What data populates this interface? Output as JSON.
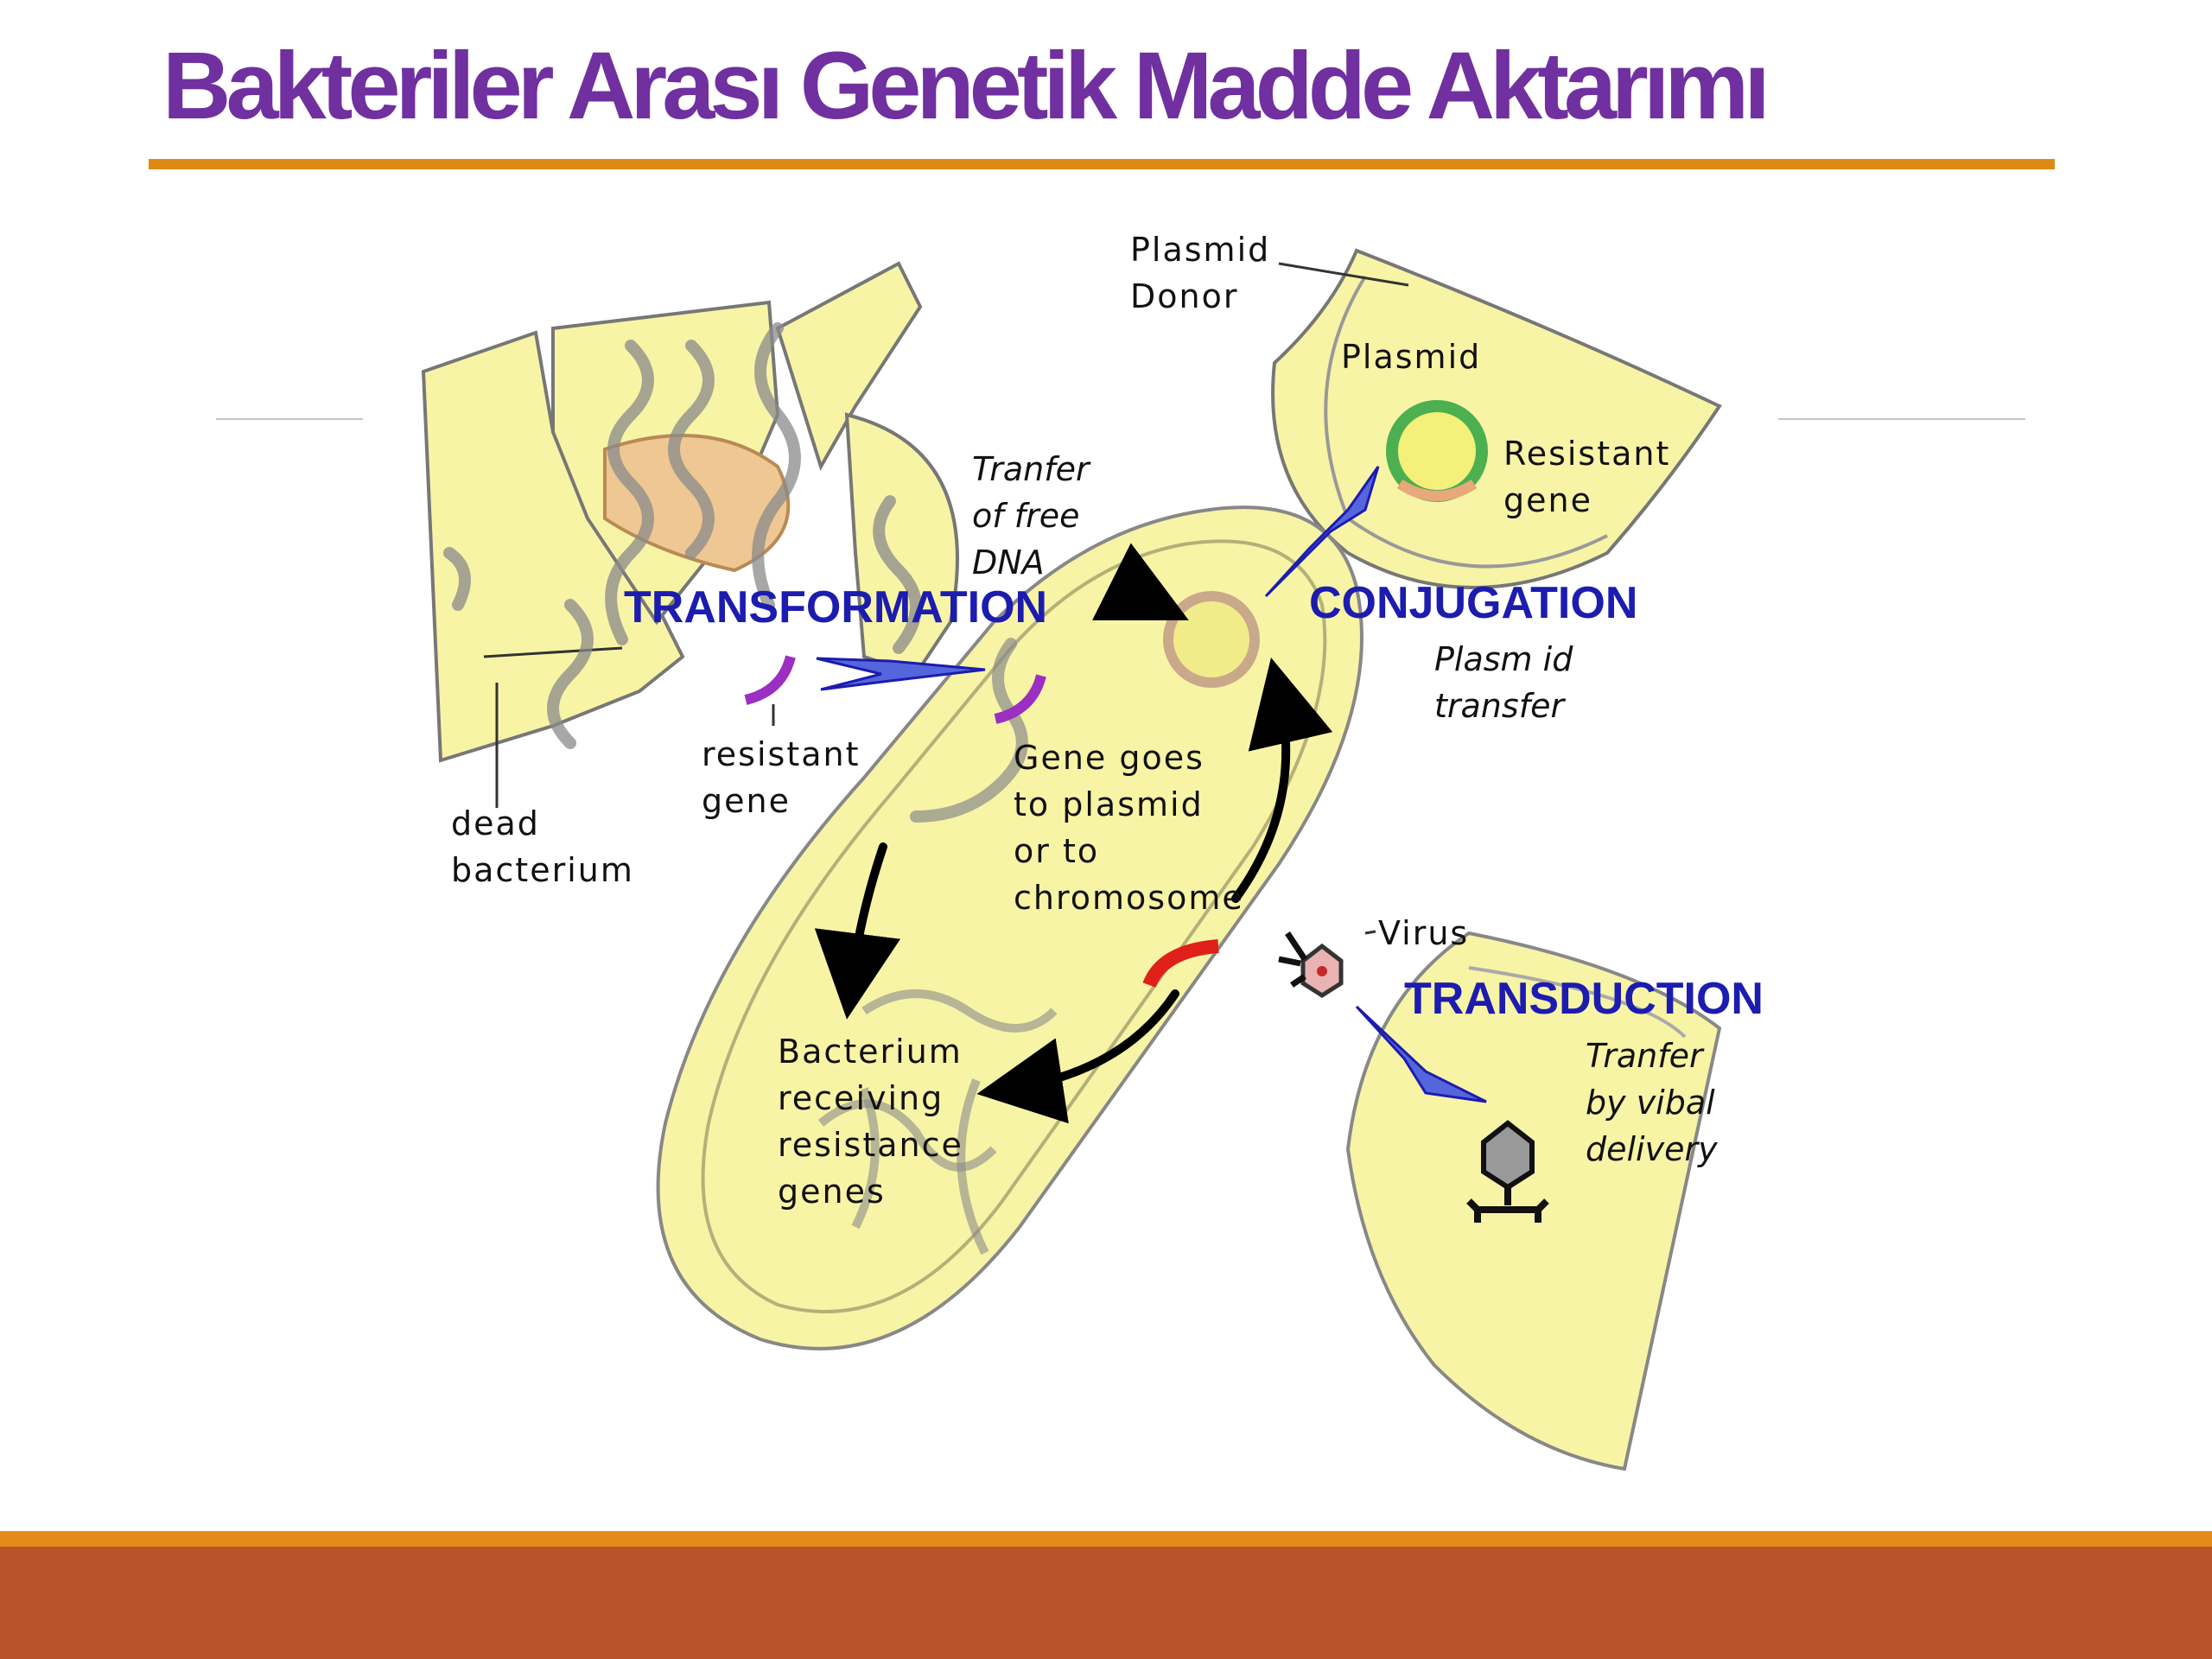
{
  "slide": {
    "title": "Bakteriler Arası Genetik Madde Aktarımı"
  },
  "colors": {
    "title": "#7030a0",
    "rule": "#dc8a14",
    "footer": "#b9532b",
    "footer_band": "#e48a1a",
    "cell_fill": "#f8f4a6",
    "heading_blue": "#1c1caf",
    "arrow_blue": "#5566dd",
    "gene_purple": "#9b2fc1",
    "gene_red": "#e0201a"
  },
  "diagram": {
    "plasmid_donor": [
      "Plasmid",
      "Donor"
    ],
    "plasmid": "Plasmid",
    "resistant_gene_top": [
      "Resistant",
      "gene"
    ],
    "transfer_free_dna": [
      "Tranfer",
      "of free",
      "DNA"
    ],
    "transformation": "TRANSFORMATION",
    "conjugation": "CONJUGATION",
    "plasmid_transfer": [
      "Plasm id",
      "transfer"
    ],
    "resistant_gene": [
      "resistant",
      "gene"
    ],
    "gene_goes": [
      "Gene goes",
      "to plasmid",
      "or to",
      "chromosome"
    ],
    "dead_bacterium": [
      "dead",
      "bacterium"
    ],
    "virus": "Virus",
    "transduction": "TRANSDUCTION",
    "viral_delivery": [
      "Tranfer",
      "by vibal",
      "delivery"
    ],
    "receiving": [
      "Bacterium",
      "receiving",
      "resistance",
      "genes"
    ]
  }
}
